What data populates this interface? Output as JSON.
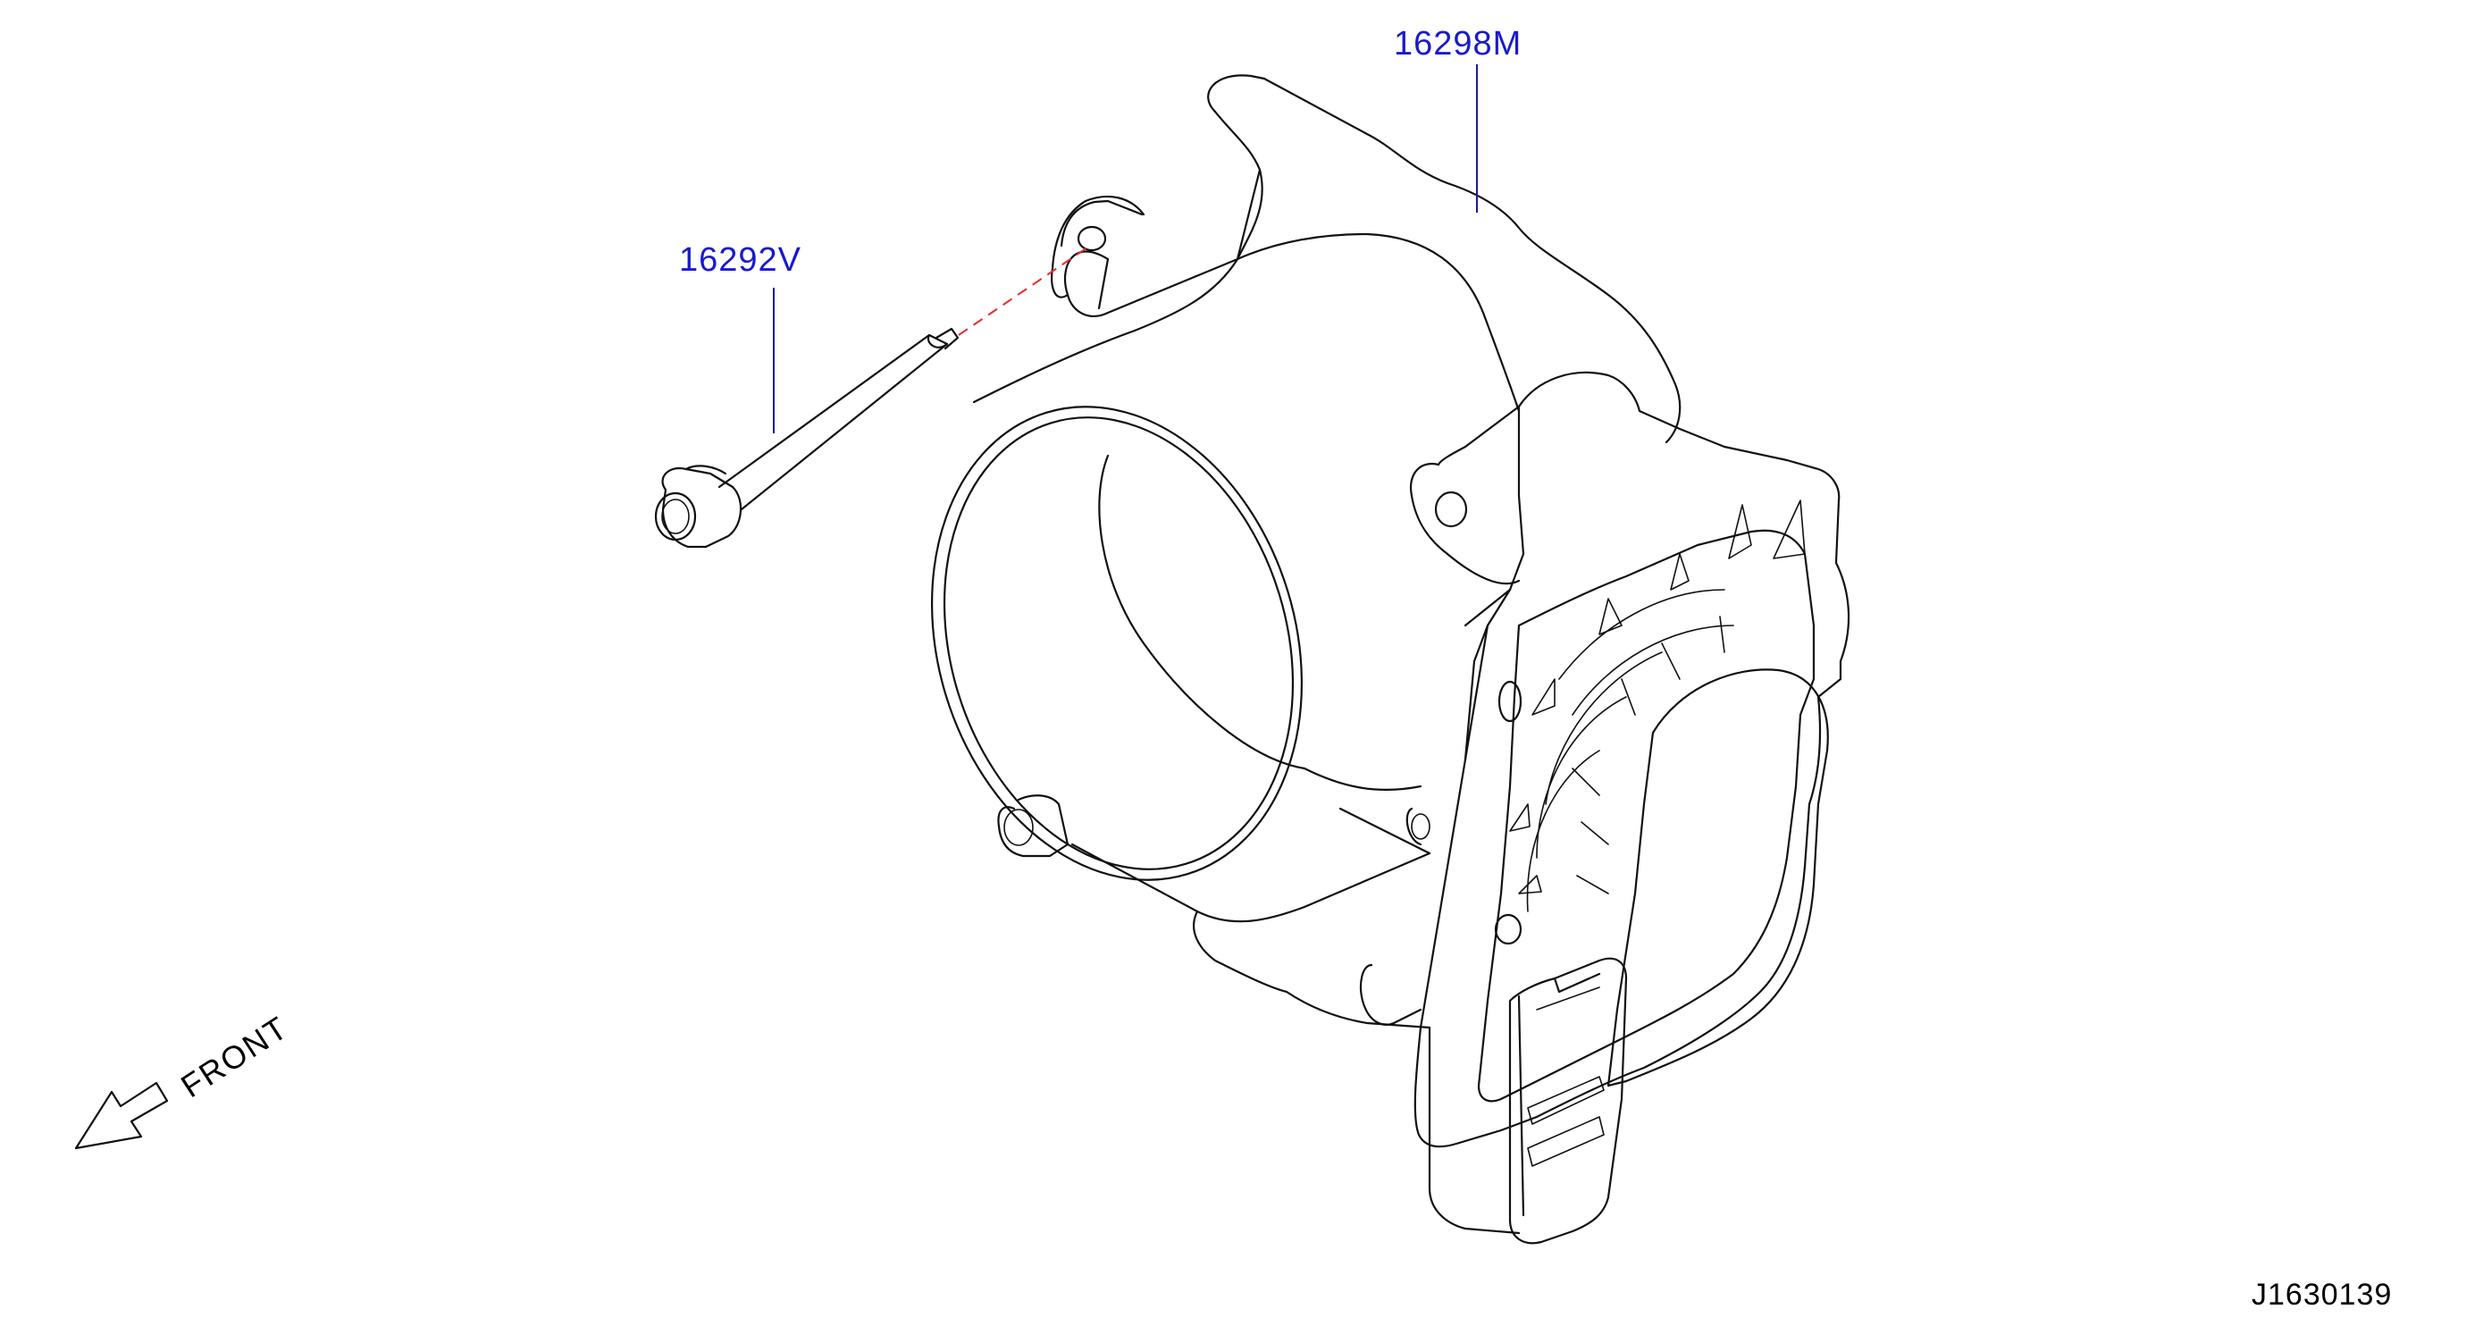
{
  "diagram": {
    "parts": [
      {
        "part_number": "16298M",
        "name": "throttle-body"
      },
      {
        "part_number": "16292V",
        "name": "bolt"
      }
    ],
    "direction_label": "FRONT",
    "figure_id": "J1630139",
    "colors": {
      "callout_text": "#1a1acc",
      "leader_line": "#1a1a99",
      "alignment_dash": "#e23030",
      "line_art": "#111111"
    }
  }
}
